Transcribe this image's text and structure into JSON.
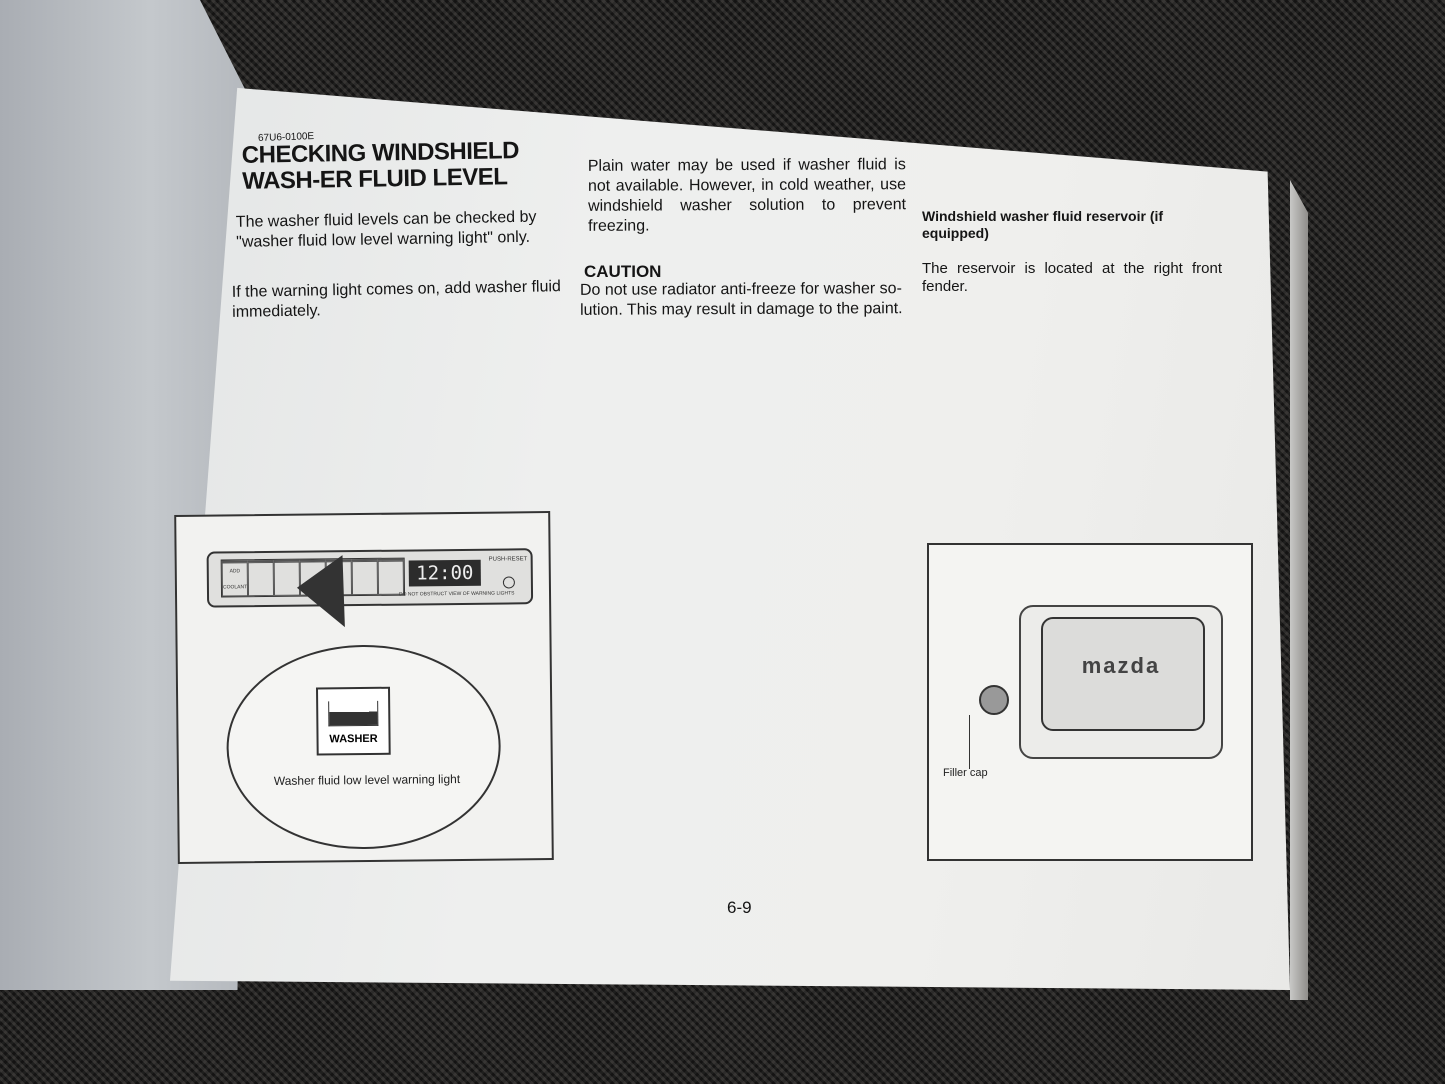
{
  "document": {
    "code": "67U6-0100E",
    "heading": "CHECKING WINDSHIELD WASH-ER FLUID LEVEL",
    "paragraph_1": "The washer fluid levels can be checked by \"washer fluid low level warning light\" only.",
    "paragraph_2": "If the warning light comes on, add washer fluid immediately.",
    "paragraph_3": "Plain water may be used if washer fluid is not available. However, in cold weather, use windshield washer solution to prevent freezing.",
    "caution_label": "CAUTION",
    "paragraph_4": "Do not use radiator anti-freeze for washer so-lution. This may result in damage to the paint.",
    "reservoir_title": "Windshield washer fluid reservoir (if equipped)",
    "paragraph_5": "The reservoir is located at the right front fender.",
    "page_number": "6-9"
  },
  "figure_1": {
    "clock": "12:00",
    "reset_label": "PUSH-RESET",
    "obstruct_label": "DO NOT OBSTRUCT VIEW OF WARNING LIGHTS",
    "icon_label": "WASHER",
    "caption": "Washer fluid low level warning light",
    "warning_lights": [
      "",
      "",
      "",
      "",
      "",
      "",
      "",
      "ADD COOLANT",
      "",
      "",
      "",
      "",
      "",
      ""
    ]
  },
  "figure_2": {
    "brand": "mazda",
    "caption": "Filler cap"
  }
}
